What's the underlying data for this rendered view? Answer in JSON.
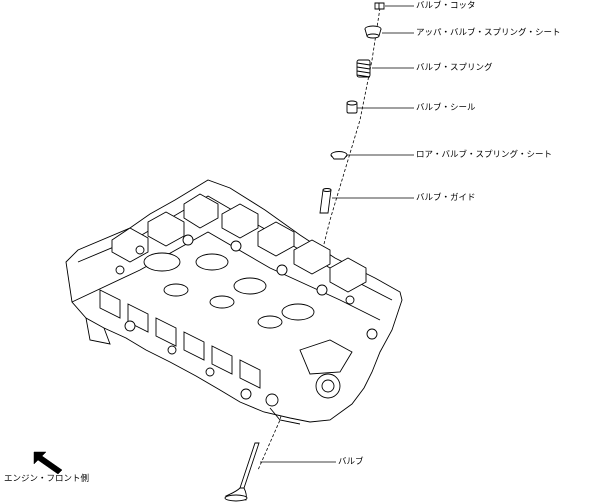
{
  "labels": {
    "cotter": "バルブ・コッタ",
    "upper_seat": "アッパ・バルブ・スプリング・シート",
    "spring": "バルブ・スプリング",
    "seal": "バルブ・シール",
    "lower_seat": "ロア・バルブ・スプリング・シート",
    "guide": "バルブ・ガイド",
    "valve": "バルブ"
  },
  "direction": {
    "label": "エンジン・フロント側",
    "icon": "front-arrow-icon"
  }
}
